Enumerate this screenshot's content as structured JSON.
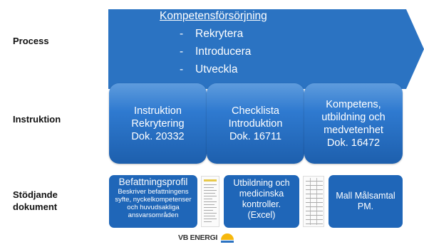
{
  "labels": {
    "process": "Process",
    "instruktion": "Instruktion",
    "stodjande_line1": "Stödjande",
    "stodjande_line2": "dokument"
  },
  "process": {
    "title": "Kompetensförsörjning",
    "items": [
      "Rekrytera",
      "Introducera",
      "Utveckla"
    ],
    "bullet": "-"
  },
  "instructions": [
    {
      "lines": [
        "Instruktion",
        "Rekrytering",
        "Dok. 20332"
      ]
    },
    {
      "lines": [
        "Checklista",
        "Introduktion",
        "Dok. 16711"
      ]
    },
    {
      "lines": [
        "Kompetens,",
        "utbildning och",
        "medvetenhet",
        "Dok. 16472"
      ]
    }
  ],
  "documents": {
    "befattningsprofil": {
      "title": "Befattningsprofil",
      "desc_lines": [
        "Beskriver befattningens",
        "syfte, nyckelkompetenser",
        "och huvudsakliga",
        "ansvarsområden"
      ]
    },
    "utbildning": {
      "lines": [
        "Utbildning och",
        "medicinska",
        "kontroller.",
        "(Excel)"
      ]
    },
    "mall": {
      "lines": [
        "Mall Målsamtal",
        "PM."
      ]
    }
  },
  "logo": {
    "text": "VB ENERGI",
    "icon": "sun-logo-icon"
  },
  "colors": {
    "process_arrow": "#2b73c2",
    "instruction_box": "#2f7ad0",
    "document_box": "#1f66b8",
    "logo_sun": "#f6b80d"
  }
}
